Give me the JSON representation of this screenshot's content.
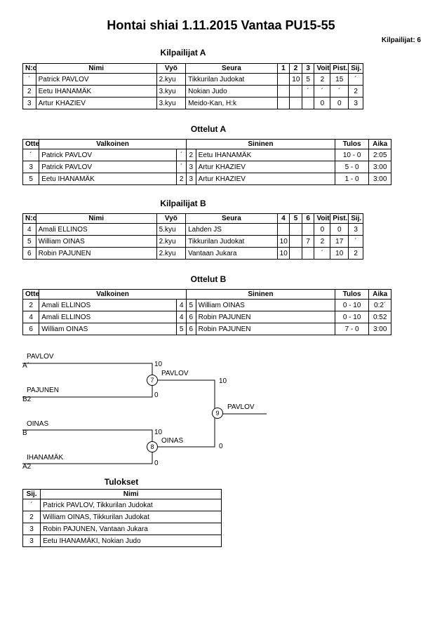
{
  "title": "Hontai shiai  1.11.2015  Vantaa   PU15-55",
  "competitor_count": "Kilpailijat: 6",
  "pool_a": {
    "heading": "Kilpailijat A",
    "headers": [
      "N:o",
      "Nimi",
      "Vyö",
      "Seura",
      "1",
      "2",
      "3",
      "Voit.",
      "Pist.",
      "Sij."
    ],
    "rows": [
      [
        "´",
        "Patrick PAVLOV",
        "2.kyu",
        "Tikkurilan Judokat",
        "",
        "10",
        "5",
        "2",
        "15",
        "´"
      ],
      [
        "2",
        "Eetu IHANAMÄK",
        "3.kyu",
        "Nokian Judo",
        "",
        "",
        "´",
        "´",
        "´",
        "2"
      ],
      [
        "3",
        "Artur KHAZIEV",
        "3.kyu",
        "Meido-Kan, H:k",
        "",
        "",
        "",
        "0",
        "0",
        "3"
      ]
    ]
  },
  "matches_a": {
    "heading": "Ottelut A",
    "headers": [
      "Ottelu",
      "Valkoinen",
      "Sininen",
      "Tulos",
      "Aika"
    ],
    "rows": [
      [
        "´",
        "Patrick PAVLOV",
        "´",
        "2",
        "Eetu IHANAMÄK",
        "10 - 0",
        "2:05"
      ],
      [
        "3",
        "Patrick PAVLOV",
        "´",
        "3",
        "Artur KHAZIEV",
        "5 - 0",
        "3:00"
      ],
      [
        "5",
        "Eetu IHANAMÄK",
        "2",
        "3",
        "Artur KHAZIEV",
        "1 - 0",
        "3:00"
      ]
    ]
  },
  "pool_b": {
    "heading": "Kilpailijat B",
    "headers": [
      "N:o",
      "Nimi",
      "Vyö",
      "Seura",
      "4",
      "5",
      "6",
      "Voit.",
      "Pist.",
      "Sij."
    ],
    "rows": [
      [
        "4",
        "Amali ELLINOS",
        "5.kyu",
        "Lahden JS",
        "",
        "",
        "",
        "0",
        "0",
        "3"
      ],
      [
        "5",
        "William OINAS",
        "2.kyu",
        "Tikkurilan Judokat",
        "10",
        "",
        "7",
        "2",
        "17",
        "´"
      ],
      [
        "6",
        "Robin PAJUNEN",
        "2.kyu",
        "Vantaan Jukara",
        "10",
        "",
        "",
        "´",
        "10",
        "2"
      ]
    ]
  },
  "matches_b": {
    "heading": "Ottelut B",
    "headers": [
      "Ottelu",
      "Valkoinen",
      "Sininen",
      "Tulos",
      "Aika"
    ],
    "rows": [
      [
        "2",
        "Amali ELLINOS",
        "4",
        "5",
        "William OINAS",
        "0 - 10",
        "0:2´"
      ],
      [
        "4",
        "Amali ELLINOS",
        "4",
        "6",
        "Robin PAJUNEN",
        "0 - 10",
        "0:52"
      ],
      [
        "6",
        "William OINAS",
        "5",
        "6",
        "Robin PAJUNEN",
        "7 - 0",
        "3:00"
      ]
    ]
  },
  "bracket": {
    "slot1_name": "PAVLOV",
    "slot1_seed": "A´",
    "slot2_name": "PAJUNEN",
    "slot2_seed": "B2",
    "slot3_name": "OINAS",
    "slot3_seed": "B´",
    "slot4_name": "IHANAMÄK",
    "slot4_seed": "A2",
    "m7_num": "7",
    "m7_winner": "PAVLOV",
    "m7_score_top": "10",
    "m7_score_bottom": "0",
    "m8_num": "8",
    "m8_winner": "OINAS",
    "m8_score_top": "10",
    "m8_score_bottom": "0",
    "m9_num": "9",
    "m9_winner": "PAVLOV",
    "m9_score_top": "10",
    "m9_score_bottom": "0"
  },
  "results": {
    "heading": "Tulokset",
    "headers": [
      "Sij.",
      "Nimi"
    ],
    "rows": [
      [
        "´",
        "Patrick PAVLOV, Tikkurilan Judokat"
      ],
      [
        "2",
        "William OINAS, Tikkurilan Judokat"
      ],
      [
        "3",
        "Robin PAJUNEN, Vantaan Jukara"
      ],
      [
        "3",
        "Eetu IHANAMÄKI, Nokian Judo"
      ]
    ]
  }
}
